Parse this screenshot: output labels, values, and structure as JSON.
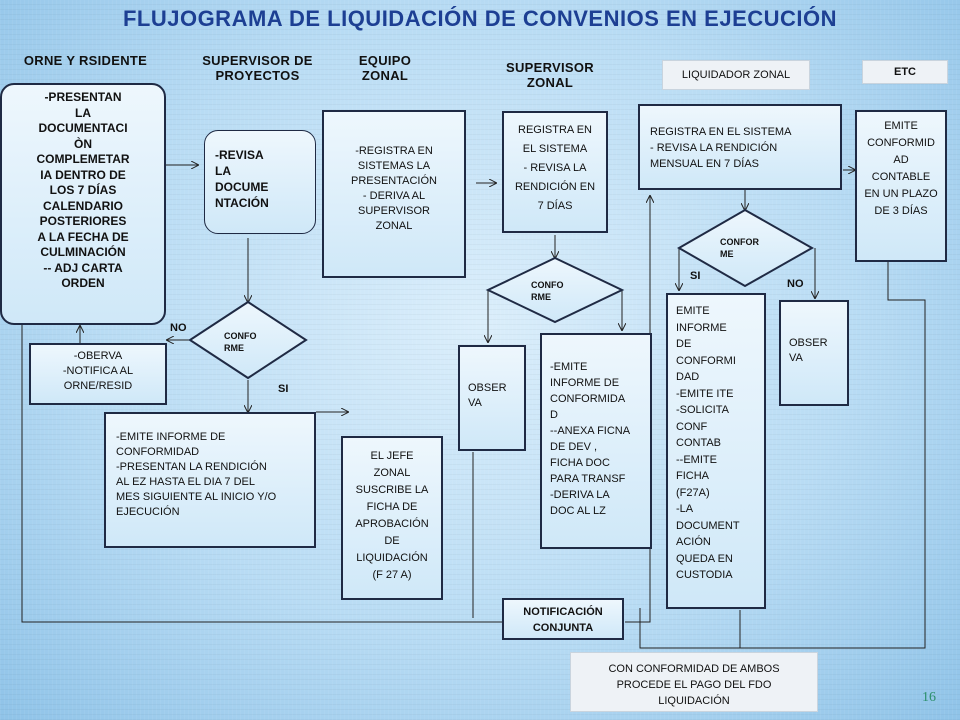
{
  "title": "FLUJOGRAMA DE LIQUIDACIÓN DE CONVENIOS EN EJECUCIÓN",
  "headers": {
    "orne": "ORNE Y RSIDENTE",
    "supervisor_proyectos": "SUPERVISOR DE\nPROYECTOS",
    "equipo_zonal": "EQUIPO\nZONAL",
    "supervisor_zonal": "SUPERVISOR\nZONAL",
    "liquidador_zonal": "LIQUIDADOR ZONAL",
    "etc": "ETC"
  },
  "boxes": {
    "presentan": "-PRESENTAN\nLA\nDOCUMENTACI\nÒN\nCOMPLEMETAR\nIA DENTRO DE\nLOS 7 DÍAS\nCALENDARIO\nPOSTERIORES\nA LA FECHA DE\nCULMINACIÓN\n-- ADJ CARTA\nORDEN",
    "revisa": "-REVISA\nLA\nDOCUME\nNTACIÓN",
    "registra_equipo": "-REGISTRA EN\nSISTEMAS LA\nPRESENTACIÓN\n- DERIVA AL\nSUPERVISOR\nZONAL",
    "registra_supervisor": "REGISTRA EN\nEL SISTEMA\n- REVISA LA\nRENDICIÓN EN\n7 DÍAS",
    "registra_liquidador": "REGISTRA EN EL SISTEMA\n- REVISA LA RENDICIÓN\nMENSUAL EN 7 DÍAS",
    "emite_conformidad_etc": "EMITE\nCONFORMID\nAD\nCONTABLE\nEN UN PLAZO\nDE 3 DÍAS",
    "observa_notifica": "-OBERVA\n-NOTIFICA AL\nORNE/RESID",
    "emite_informe_presentan": "-EMITE INFORME DE\nCONFORMIDAD\n-PRESENTAN LA RENDICIÓN\nAL EZ HASTA EL DIA 7 DEL\nMES SIGUIENTE AL INICIO Y/O\nEJECUCIÓN",
    "jefe_zonal": "EL JEFE\nZONAL\nSUSCRIBE LA\nFICHA DE\nAPROBACIÓN\nDE\nLIQUIDACIÓN\n(F 27 A)",
    "observa_supervisor": "OBSER\nVA",
    "emite_informe_anexa": "-EMITE\nINFORME DE\nCONFORMIDA\nD\n--ANEXA FICNA\nDE DEV ,\nFICHA DOC\nPARA TRANSF\n-DERIVA LA\nDOC AL LZ",
    "emite_informe_liquidador": "EMITE\nINFORME\nDE\nCONFORMI\nDAD\n-EMITE ITE\n-SOLICITA\nCONF\nCONTAB\n--EMITE\nFICHA\n(F27A)\n-LA\nDOCUMENT\nACIÓN\nQUEDA EN\nCUSTODIA",
    "observa_liquidador": "OBSER\nVA",
    "notificacion": "NOTIFICACIÓN\nCONJUNTA",
    "pago": "CON CONFORMIDAD DE AMBOS\nPROCEDE EL PAGO DEL FDO\nLIQUIDACIÓN"
  },
  "diamonds": {
    "d1": "CONFO\nRME",
    "d2": "CONFO\nRME",
    "d3": "CONFOR\nME"
  },
  "labels": {
    "no1": "NO",
    "si1": "SI",
    "si2": "SI",
    "no2": "NO"
  },
  "page_number": "16",
  "colors": {
    "title": "#1d3f93",
    "border": "#1f2a44",
    "box_top": "#eef7fd",
    "box_bottom": "#cfe8f8"
  }
}
